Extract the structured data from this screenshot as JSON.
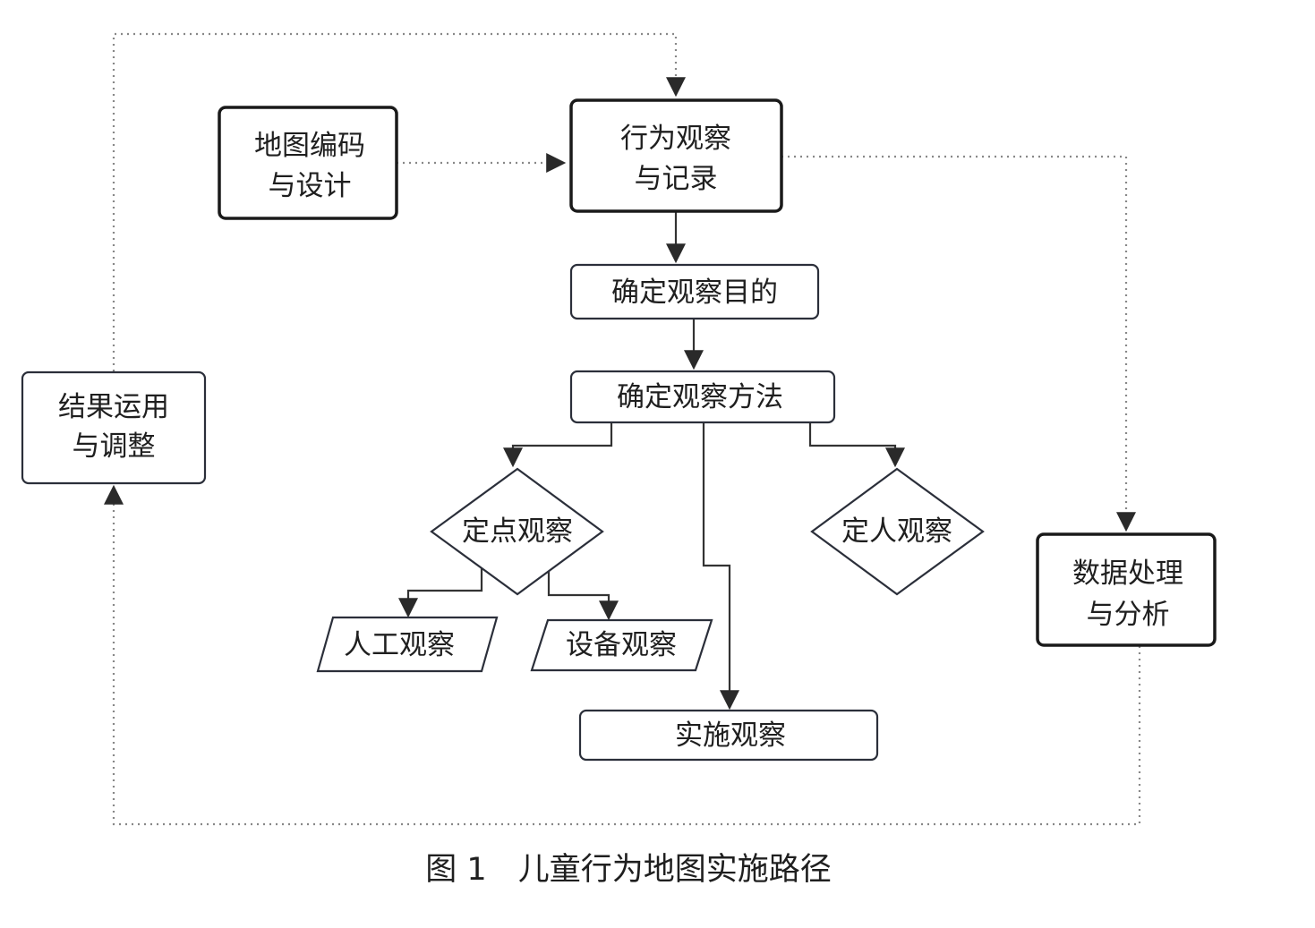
{
  "nodes": {
    "map_coding": [
      "地图编码",
      "与设计"
    ],
    "behavior_observation": [
      "行为观察",
      "与记录"
    ],
    "define_purpose": "确定观察目的",
    "define_method": "确定观察方法",
    "fixed_point": "定点观察",
    "fixed_person": "定人观察",
    "manual": "人工观察",
    "device": "设备观察",
    "implement": "实施观察",
    "data_processing": [
      "数据处理",
      "与分析"
    ],
    "result_application": [
      "结果运用",
      "与调整"
    ]
  },
  "caption": "图 1　儿童行为地图实施路径",
  "colors": {
    "stroke": "#1a1a1a",
    "solid_edge": "#333333",
    "dotted_edge": "#888888",
    "background": "#ffffff"
  }
}
